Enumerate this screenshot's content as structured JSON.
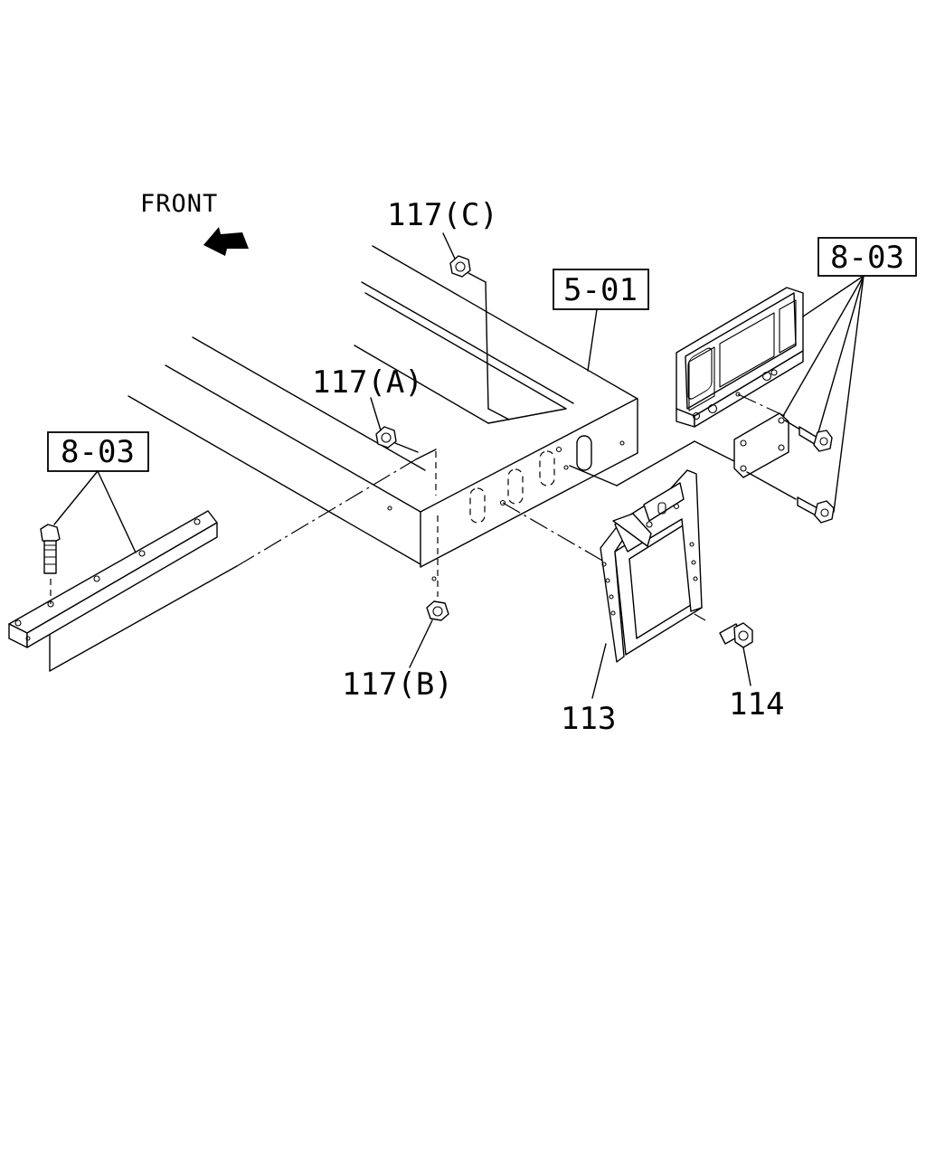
{
  "labels": {
    "front": "FRONT",
    "ref_503_right": "8-03",
    "ref_501": "5-01",
    "ref_503_left": "8-03",
    "nut_c": "117(C)",
    "nut_a": "117(A)",
    "nut_b": "117(B)",
    "bracket": "113",
    "bolt": "114"
  },
  "colors": {
    "line": "#000000",
    "background": "#ffffff"
  }
}
